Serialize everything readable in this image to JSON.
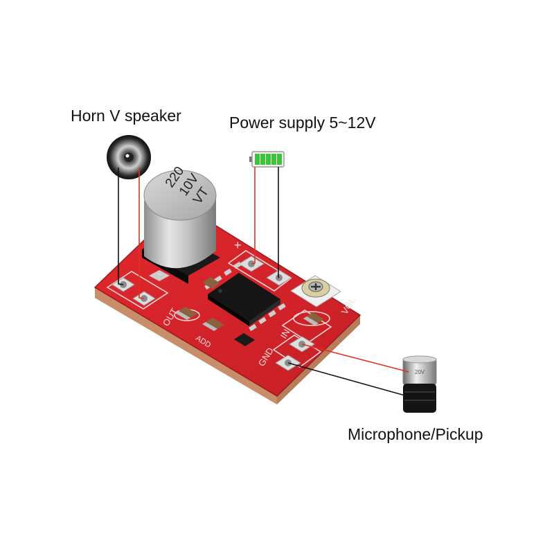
{
  "labels": {
    "speaker": "Horn V speaker",
    "power": "Power supply 5~12V",
    "mic": "Microphone/Pickup"
  },
  "capacitor": {
    "line1": "220",
    "line2": "10V",
    "line3": "VT"
  },
  "silkscreen": {
    "vol": "VOL",
    "in": "IN",
    "gnd": "GND",
    "out": "OUT",
    "add": "ADD",
    "plus": "+",
    "minus": "-"
  },
  "mic_capsule": {
    "marking": "20V"
  },
  "colors": {
    "board": "#d8232a",
    "board_edge": "#8a1a1a",
    "wire_red": "#e03020",
    "wire_black": "#111111",
    "battery_green": "#3ec43a"
  }
}
